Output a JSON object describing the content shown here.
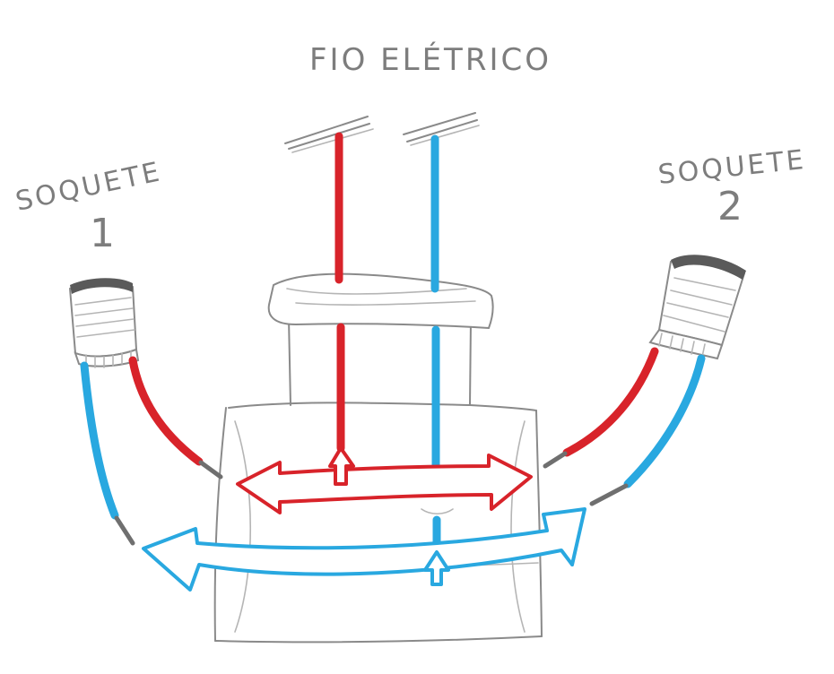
{
  "diagram": {
    "title": "FIO ELÉTRICO",
    "socket_left": {
      "label": "SOQUETE",
      "number": "1"
    },
    "socket_right": {
      "label": "SOQUETE",
      "number": "2"
    }
  },
  "colors": {
    "live_wire": "#d8232a",
    "neutral_wire": "#29a8e0",
    "pencil": "#8a8a8a",
    "background": "#ffffff"
  }
}
